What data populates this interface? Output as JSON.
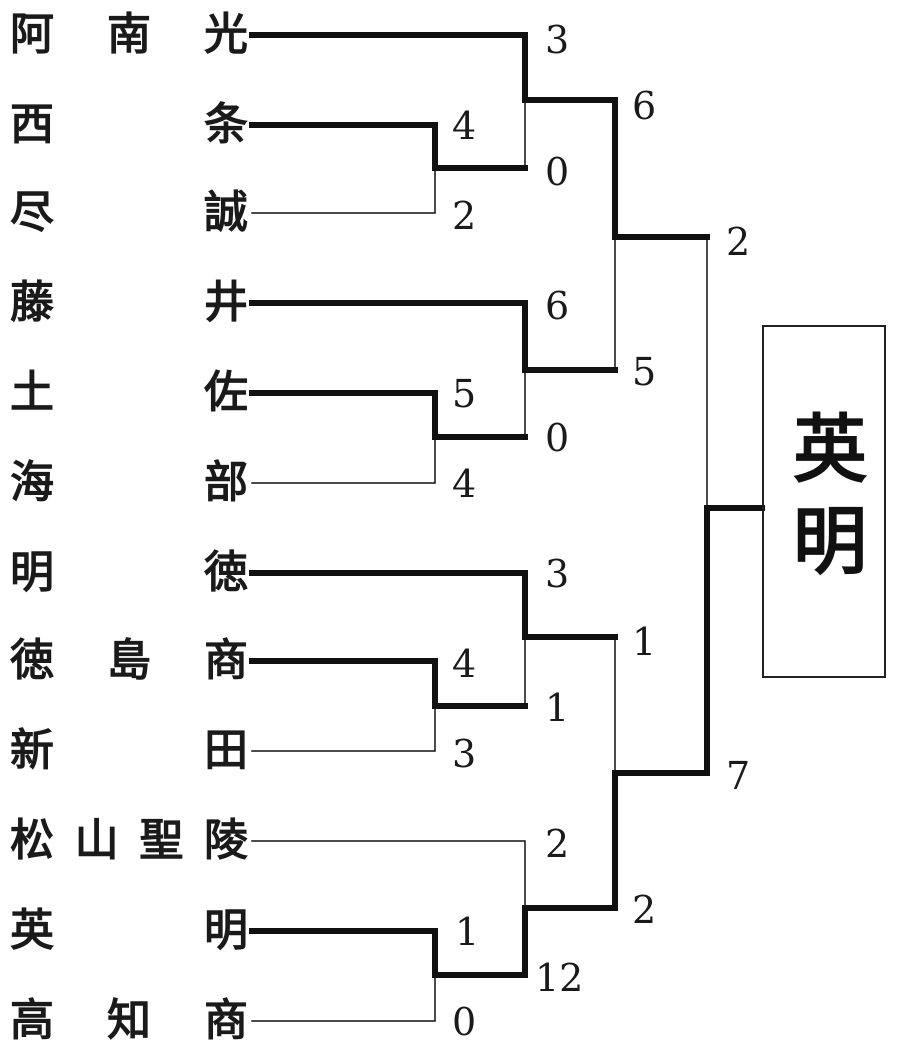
{
  "teams": [
    "阿南光",
    "西条",
    "尽誠",
    "藤井",
    "土佐",
    "海部",
    "明徳",
    "徳島商",
    "新田",
    "松山聖陵",
    "英明",
    "高知商"
  ],
  "scores": {
    "r1": [
      "3",
      "4",
      "2",
      "0",
      "6",
      "5",
      "4",
      "0",
      "3",
      "4",
      "3",
      "1",
      "2",
      "1",
      "0",
      "12"
    ],
    "r2": [
      "6",
      "5",
      "1",
      "2"
    ],
    "semi": [
      "2",
      "7"
    ]
  },
  "champion": "英明"
}
